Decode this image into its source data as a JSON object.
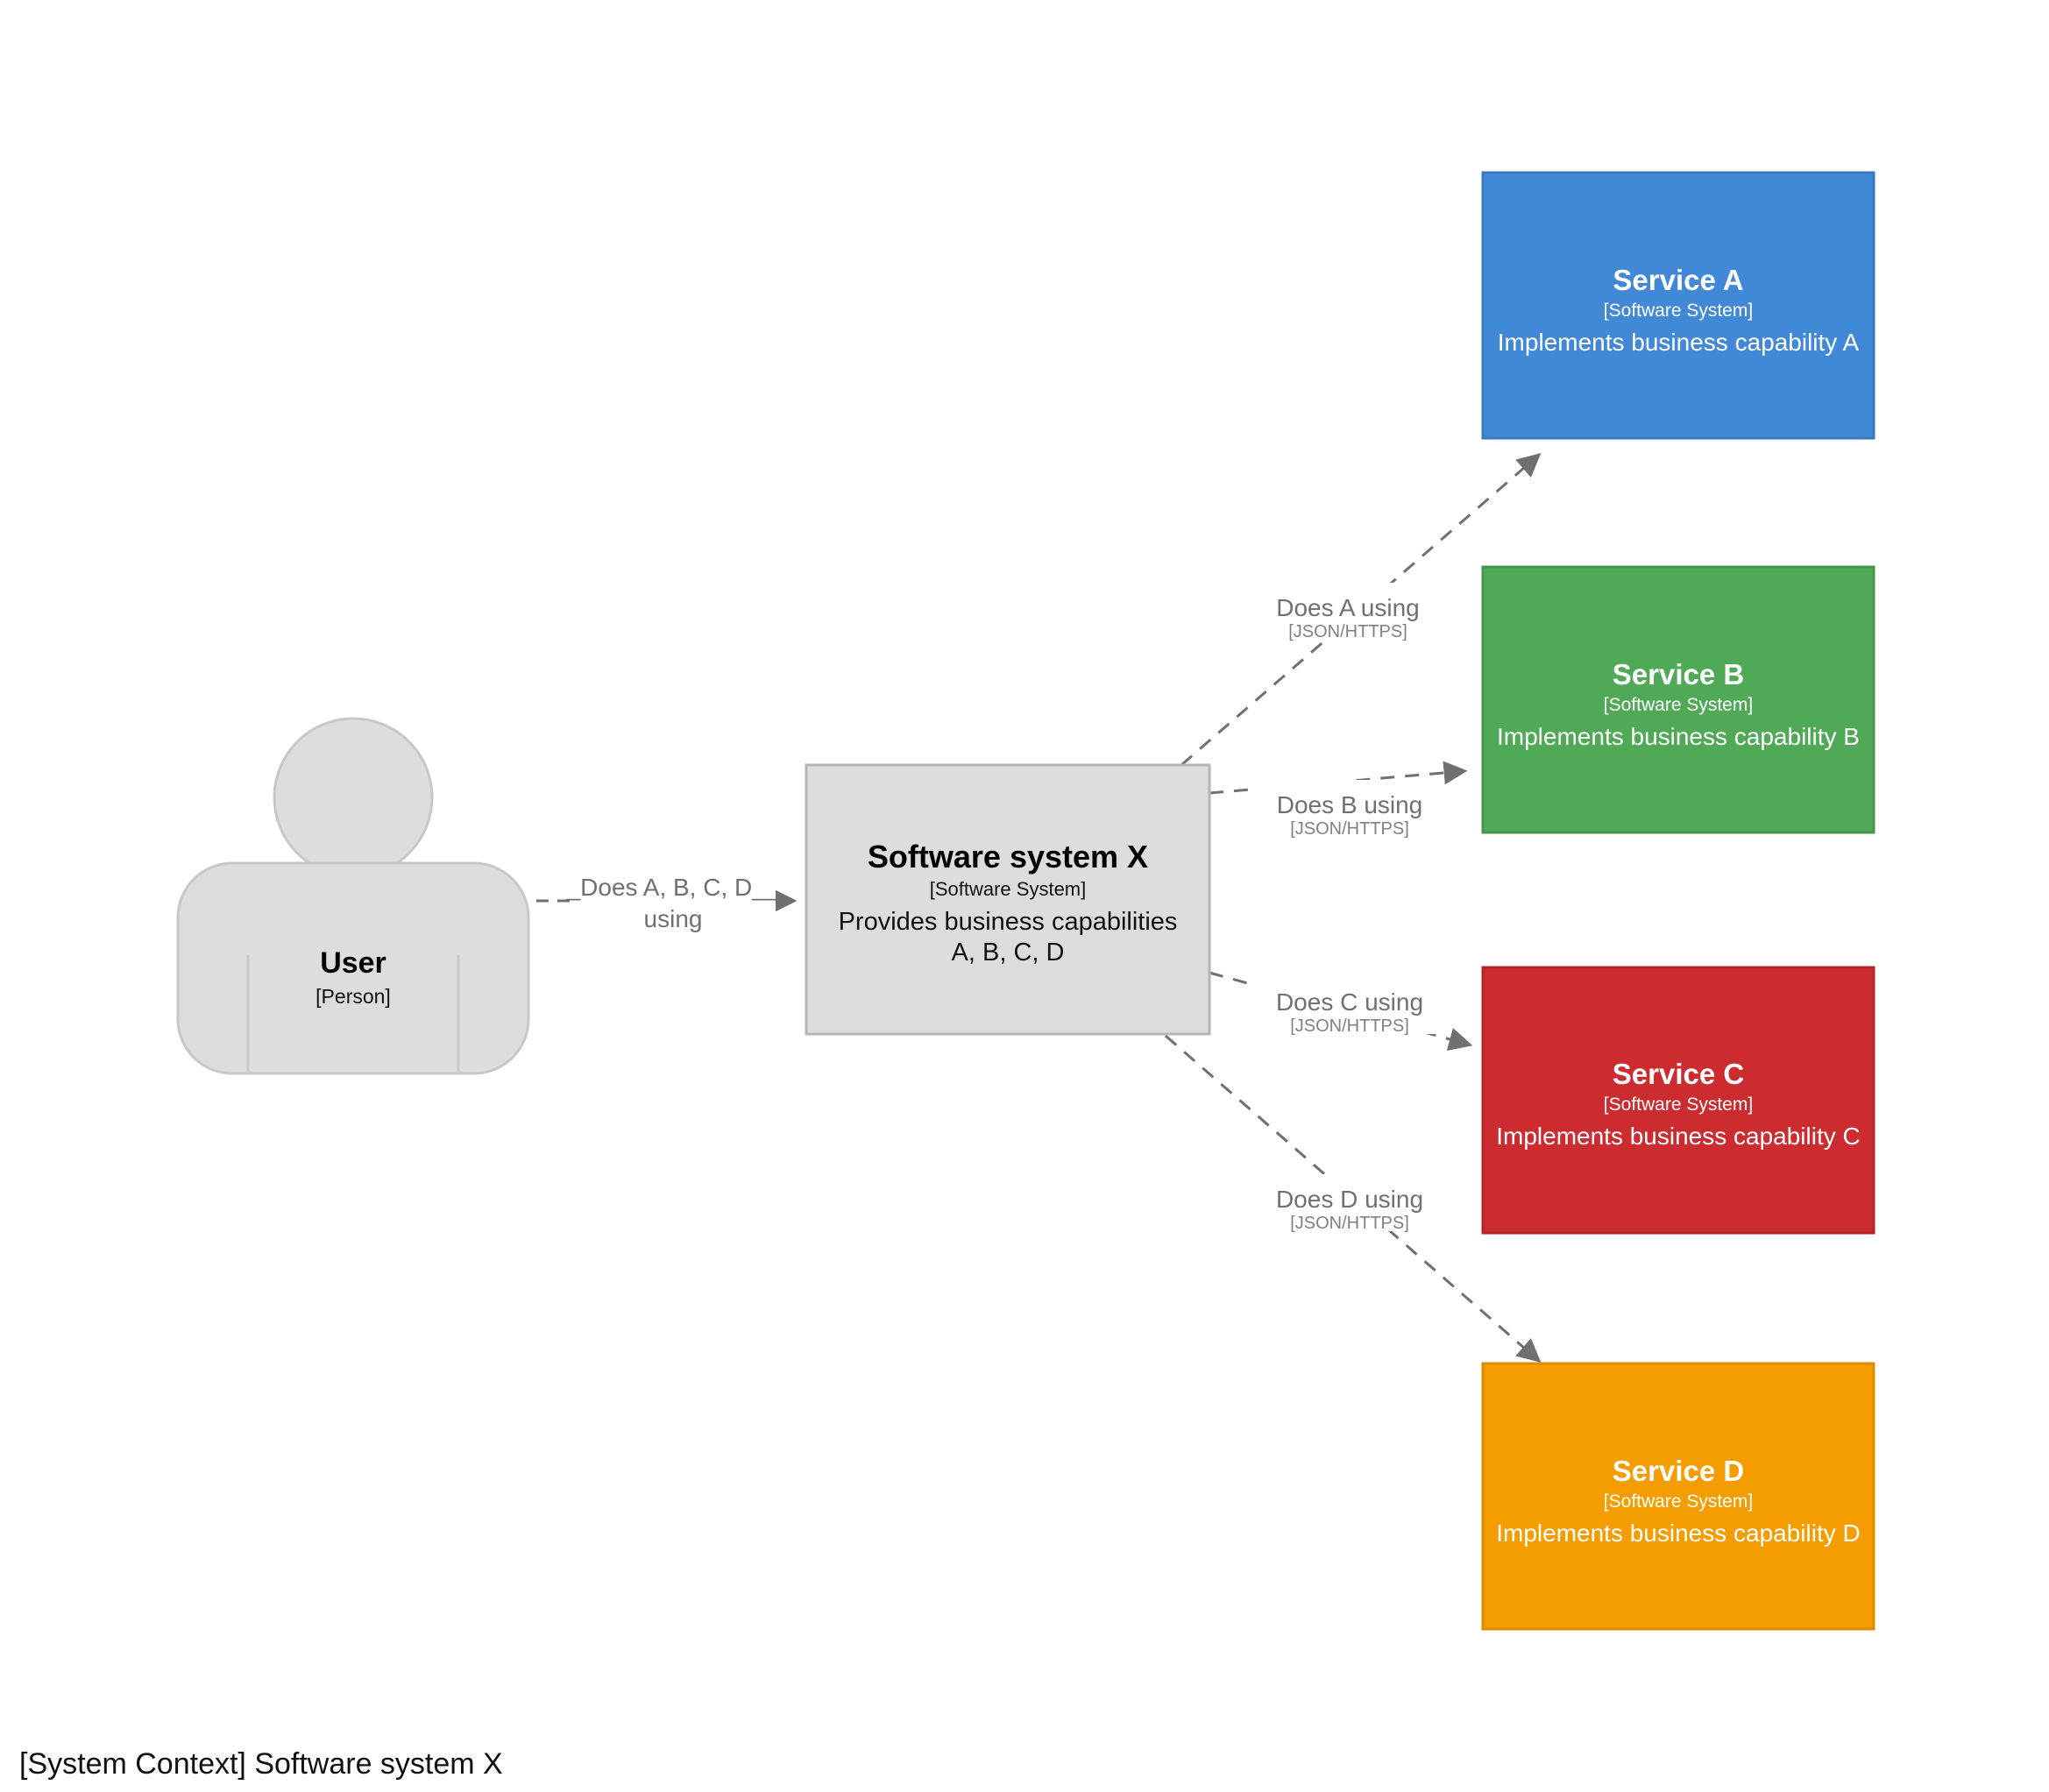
{
  "diagram": {
    "caption": "[System Context] Software system X",
    "background": "#ffffff",
    "edge_color": "#707070",
    "person": {
      "name": "User",
      "type": "[Person]",
      "fill": "#DDDDDD",
      "stroke": "#C8C8C8"
    },
    "core_system": {
      "name": "Software system X",
      "type": "[Software System]",
      "description": "Provides business capabilities A, B, C, D",
      "fill": "#DDDDDD",
      "stroke": "#B5B5B5",
      "text_color": "#000000"
    },
    "services": [
      {
        "name": "Service A",
        "type": "[Software System]",
        "description": "Implements business capability A",
        "fill": "#4189D6",
        "stroke": "#3679BF",
        "text_color": "#ffffff"
      },
      {
        "name": "Service B",
        "type": "[Software System]",
        "description": "Implements business capability B",
        "fill": "#50A956",
        "stroke": "#46954B",
        "text_color": "#ffffff"
      },
      {
        "name": "Service C",
        "type": "[Software System]",
        "description": "Implements business capability C",
        "fill": "#CC2B2F",
        "stroke": "#B32428",
        "text_color": "#ffffff"
      },
      {
        "name": "Service D",
        "type": "[Software System]",
        "description": "Implements business capability D",
        "fill": "#F59C00",
        "stroke": "#DB8C00",
        "text_color": "#ffffff"
      }
    ],
    "relationships": [
      {
        "id": "user-to-x",
        "label_line1": "_Does A, B, C, D__",
        "label_line2": "using",
        "technology": ""
      },
      {
        "id": "x-to-a",
        "label_line1": "Does A using",
        "label_line2": "",
        "technology": "[JSON/HTTPS]"
      },
      {
        "id": "x-to-b",
        "label_line1": "Does B using",
        "label_line2": "",
        "technology": "[JSON/HTTPS]"
      },
      {
        "id": "x-to-c",
        "label_line1": "Does C using",
        "label_line2": "",
        "technology": "[JSON/HTTPS]"
      },
      {
        "id": "x-to-d",
        "label_line1": "Does D using",
        "label_line2": "",
        "technology": "[JSON/HTTPS]"
      }
    ]
  }
}
